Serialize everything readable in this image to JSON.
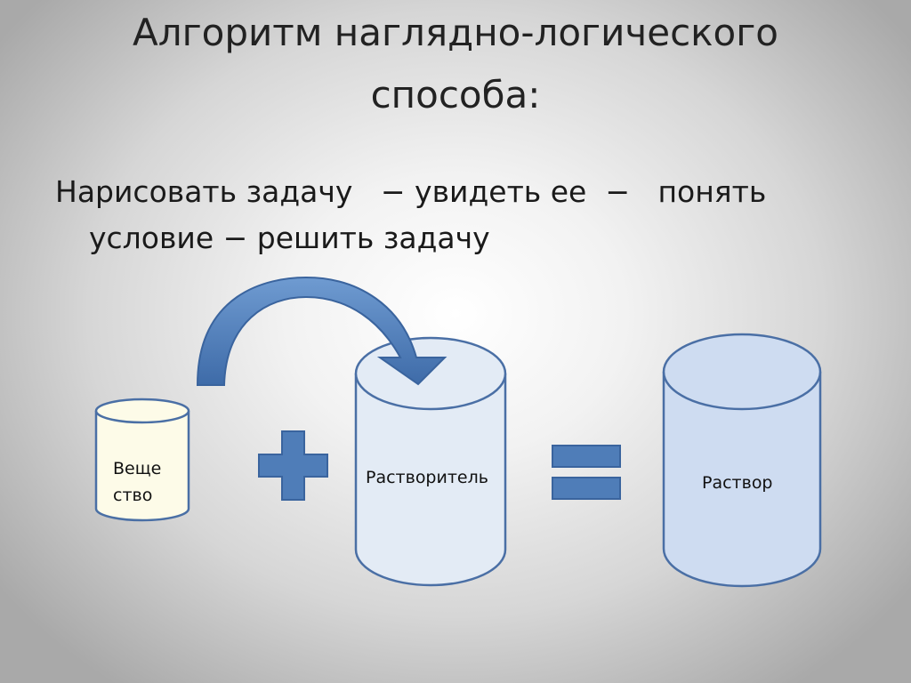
{
  "title": {
    "line1": "Алгоритм наглядно-логического",
    "line2": "способа:"
  },
  "subtitle": {
    "line1": "Нарисовать задачу   − увидеть ее  −   понять",
    "line2": "условие − решить задачу"
  },
  "diagram": {
    "substance": {
      "line1": "Веще",
      "line2": "ство"
    },
    "solvent": "Растворитель",
    "solution": "Раствор",
    "colors": {
      "shape_fill": "#4f7db8",
      "shape_stroke": "#3a649e",
      "cylinder_stroke": "#4a6fa5",
      "substance_fill": "#fdfbe8",
      "solvent_fill": "#e3ebf5",
      "solution_fill": "#cedcf1"
    }
  }
}
